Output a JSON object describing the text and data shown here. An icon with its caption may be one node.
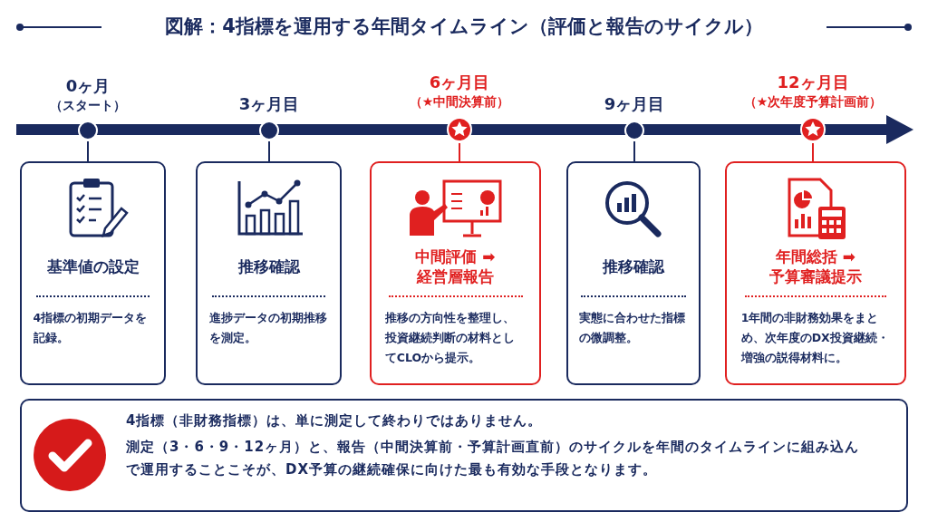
{
  "diagram": {
    "title": "図解：4指標を運用する年間タイムライン（評価と報告のサイクル）",
    "nodes": [
      {
        "text": [
          "0ヶ月",
          "（スタート）"
        ]
      },
      {
        "text": [
          "3ヶ月目"
        ]
      },
      {
        "text": [
          "6ヶ月目",
          "（★中間決算前）"
        ]
      },
      {
        "text": [
          "9ヶ月目"
        ]
      },
      {
        "text": [
          "12ヶ月目",
          "（★次年度予算計画前）"
        ]
      },
      {
        "text": [
          "基準値の設定",
          "4指標の初期データを記録。"
        ]
      },
      {
        "text": [
          "推移確認",
          "進捗データの初期推移を測定。"
        ]
      },
      {
        "text": [
          "中間評価 ➡ 経営層報告",
          "推移の方向性を整理し、投資継続判断の材料としてCLOから提示。"
        ]
      },
      {
        "text": [
          "推移確認",
          "実態に合わせた指標の微調整。"
        ]
      },
      {
        "text": [
          "年間総括 ➡ 予算審議提示",
          "1年間の非財務効果をまとめ、次年度のDX投資継続・増強の説得材料に。"
        ]
      },
      {
        "text": [
          "4指標（非財務指標）は、単に測定して終わりではありません。",
          "測定（3・6・9・12ヶ月）と、報告（中間決算前・予算計画直前）のサイクルを年間のタイムラインに組み込んで運用することこそが、DX予算の継続確保に向けた最も有効な手段となります。"
        ]
      }
    ],
    "edges": [
      {
        "from": 0,
        "to": 5,
        "arrow": "none"
      },
      {
        "from": 1,
        "to": 6,
        "arrow": "none"
      },
      {
        "from": 2,
        "to": 7,
        "arrow": "none",
        "color": "#e02020"
      },
      {
        "from": 3,
        "to": 8,
        "arrow": "none"
      },
      {
        "from": 4,
        "to": 9,
        "arrow": "none",
        "color": "#e02020"
      }
    ]
  }
}
